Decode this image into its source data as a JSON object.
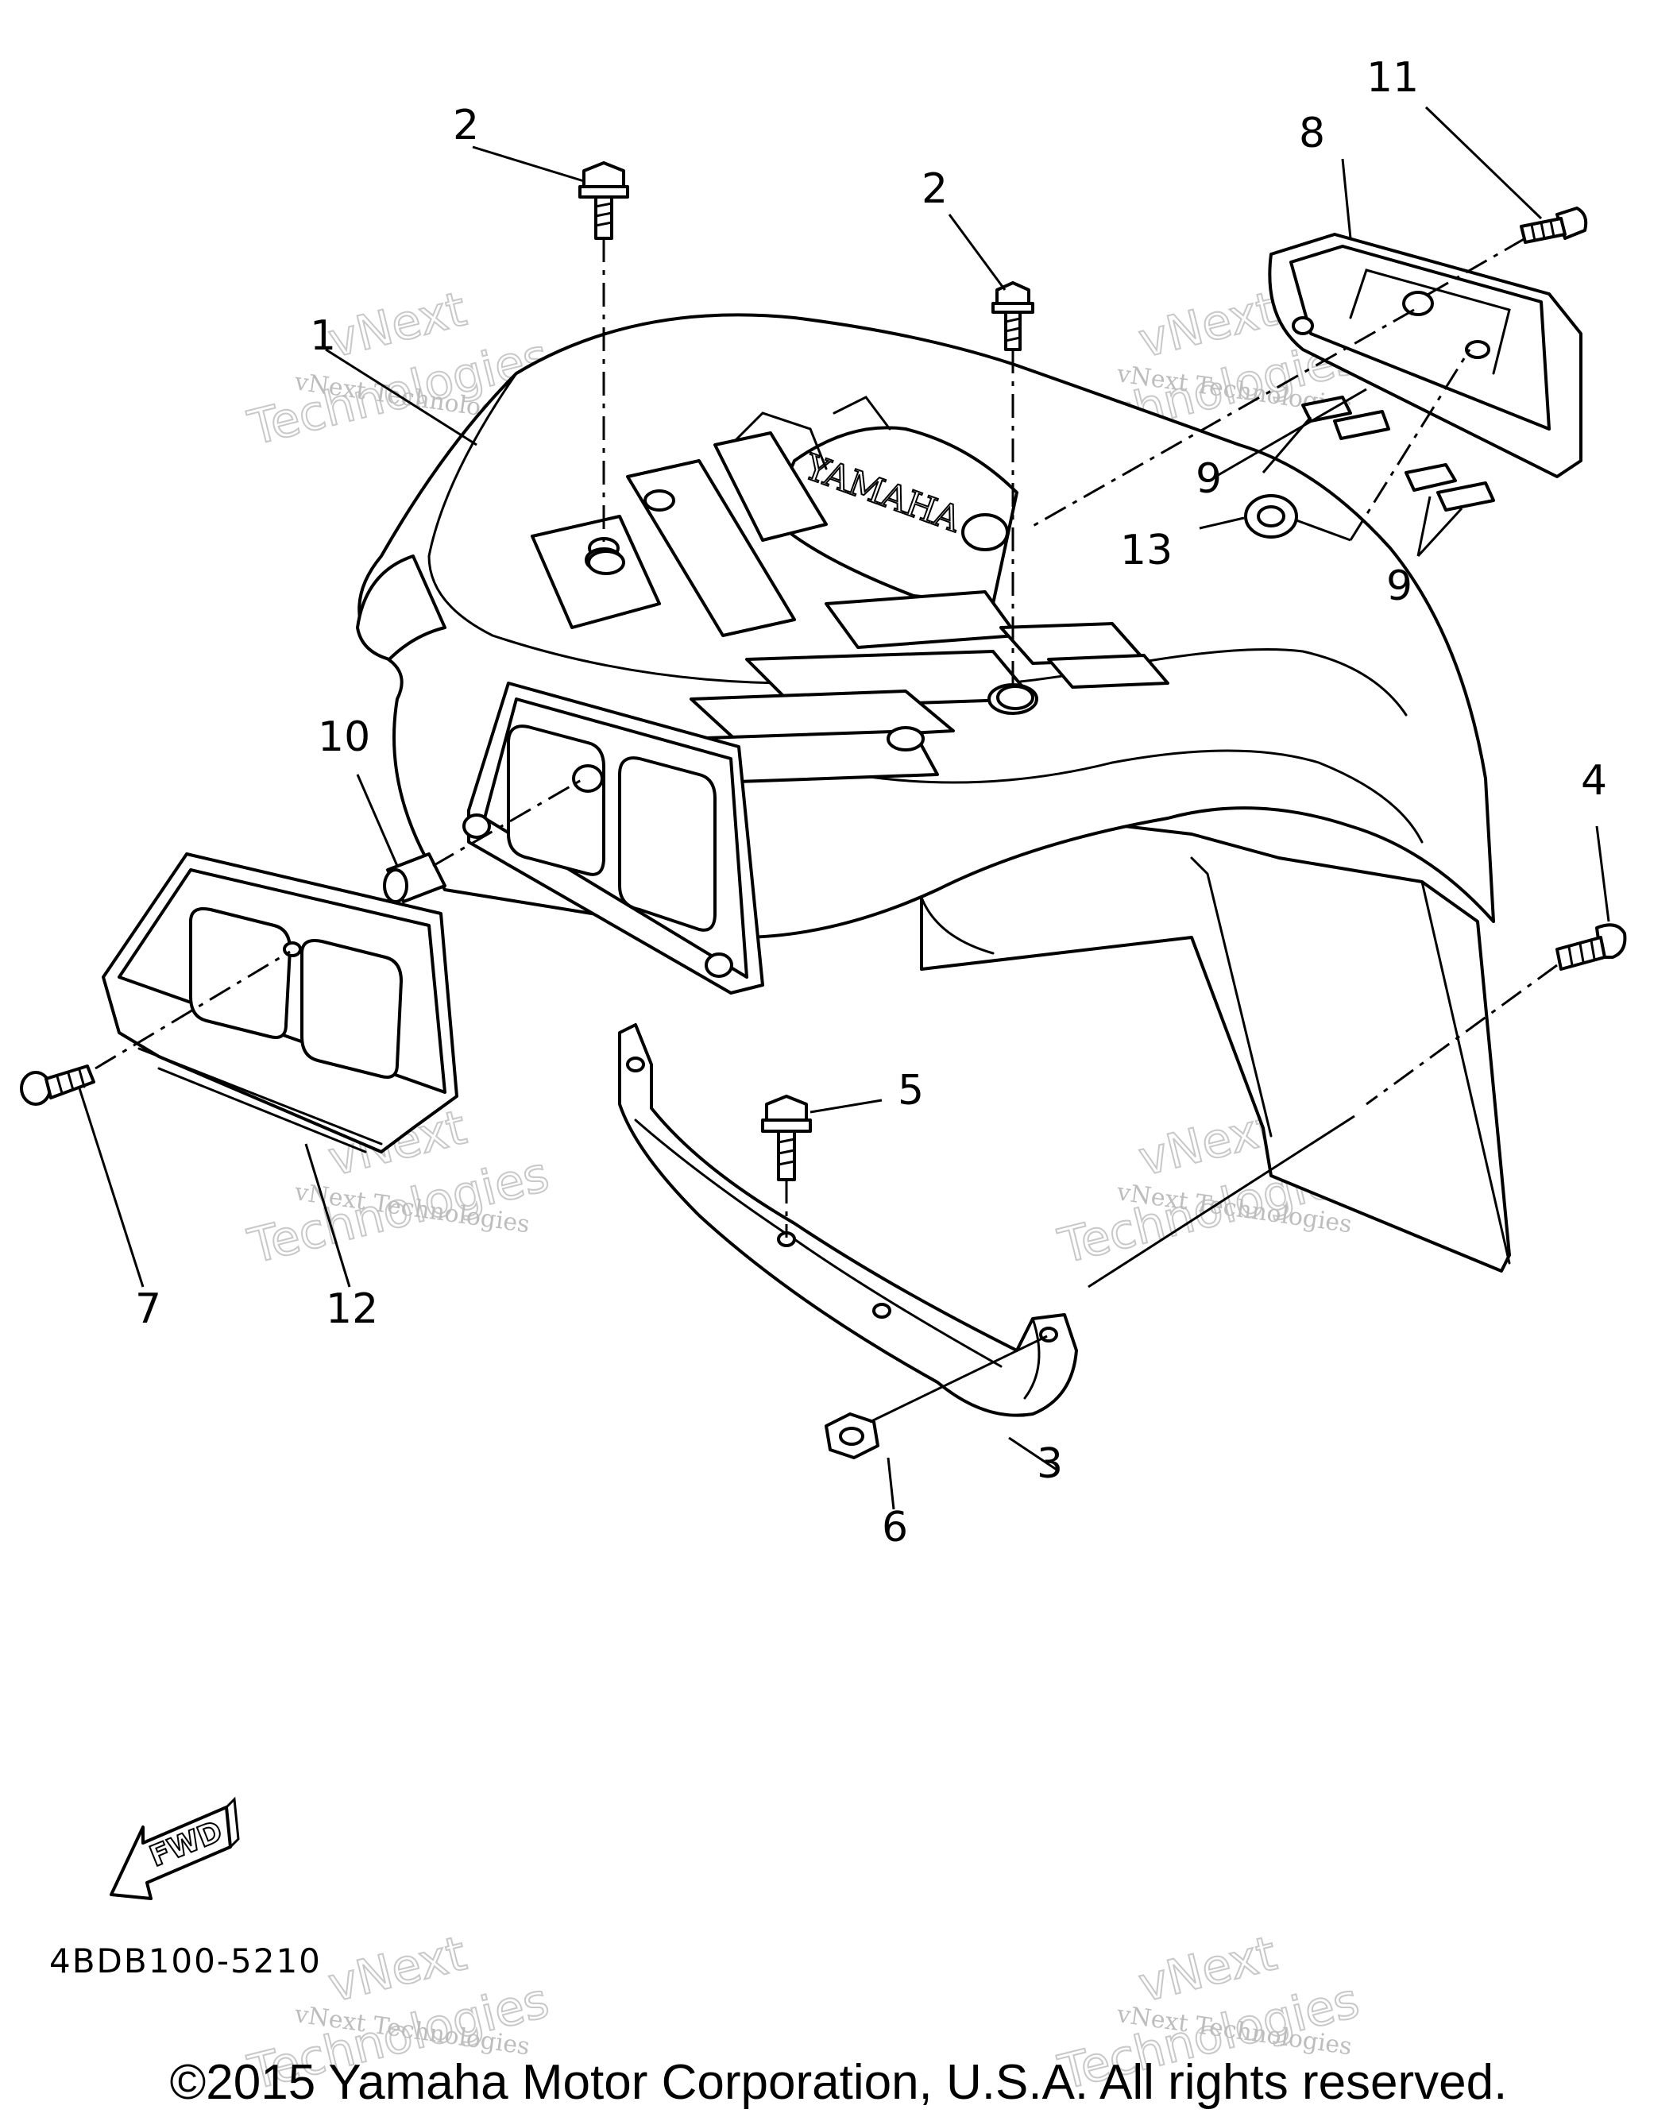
{
  "callouts": [
    "1",
    "2",
    "2",
    "3",
    "4",
    "5",
    "6",
    "7",
    "8",
    "9",
    "9",
    "10",
    "11",
    "12",
    "13"
  ],
  "brand_text": "YAMAHA",
  "fwd_label": "FWD",
  "diagram_code": "4BDB100-5210",
  "copyright": "©2015 Yamaha Motor Corporation, U.S.A. All rights reserved.",
  "watermark": {
    "line1": "vNext Technologies",
    "big1": "vNext",
    "big2": "Technologies"
  }
}
